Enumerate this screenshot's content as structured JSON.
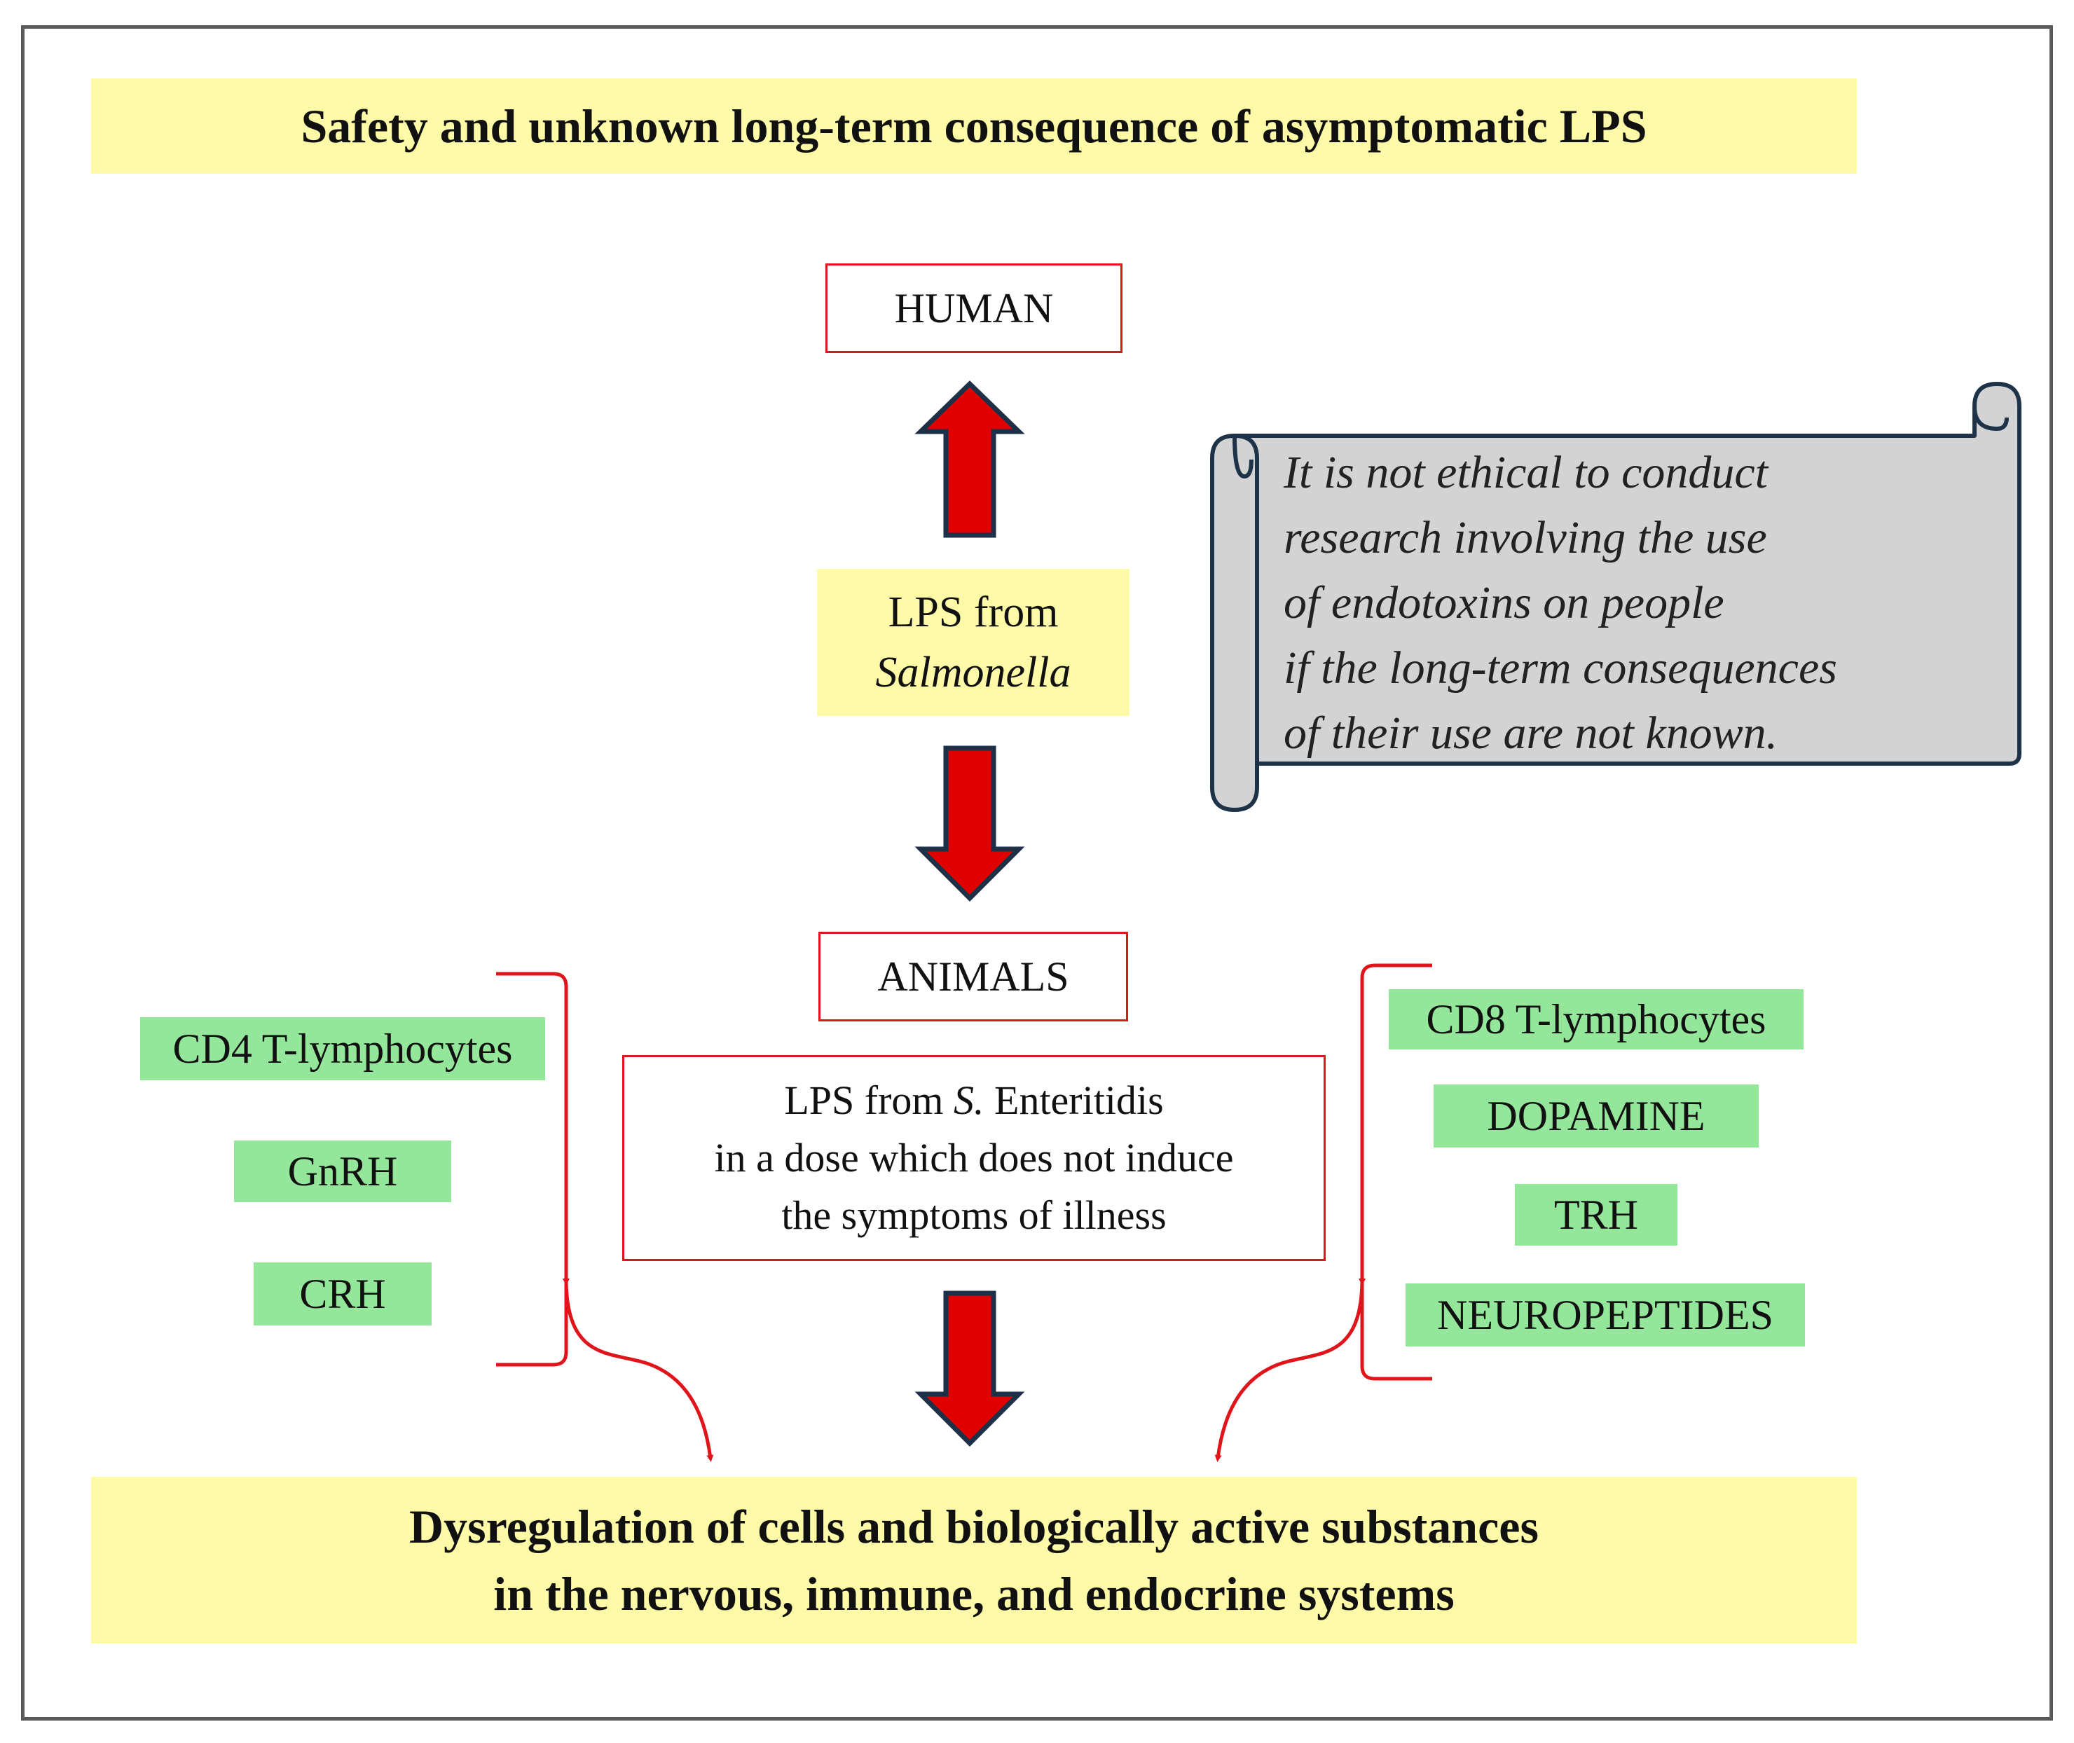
{
  "title": "Safety and unknown long-term consequence of asymptomatic LPS",
  "human_box": "HUMAN",
  "lps_salmonella": {
    "line1": "LPS from",
    "line2": "Salmonella"
  },
  "scroll_note": [
    "It is not ethical to conduct",
    "research involving the use",
    "of endotoxins on people",
    "if the long-term consequences",
    "of their use are not known."
  ],
  "animals_box": "ANIMALS",
  "lps_dose": {
    "line1_prefix": "LPS from ",
    "line1_italic": "S.",
    "line1_suffix": " Enteritidis",
    "line2": "in a dose which does not induce",
    "line3": "the symptoms of illness"
  },
  "left_factors": [
    "CD4 T-lymphocytes",
    "GnRH",
    "CRH"
  ],
  "right_factors": [
    "CD8 T-lymphocytes",
    "DOPAMINE",
    "TRH",
    "NEUROPEPTIDES"
  ],
  "outcome": {
    "line1": "Dysregulation of cells and biologically active substances",
    "line2": "in the nervous, immune, and endocrine systems"
  },
  "colors": {
    "banner": "#fffaa8",
    "green_label": "#93e69a",
    "arrow_red": "#e00000",
    "arrow_outline": "#1e2f48",
    "box_border_red": "#e0151b",
    "scroll_fill": "#d3d3d3",
    "scroll_outline": "#1e3348"
  }
}
